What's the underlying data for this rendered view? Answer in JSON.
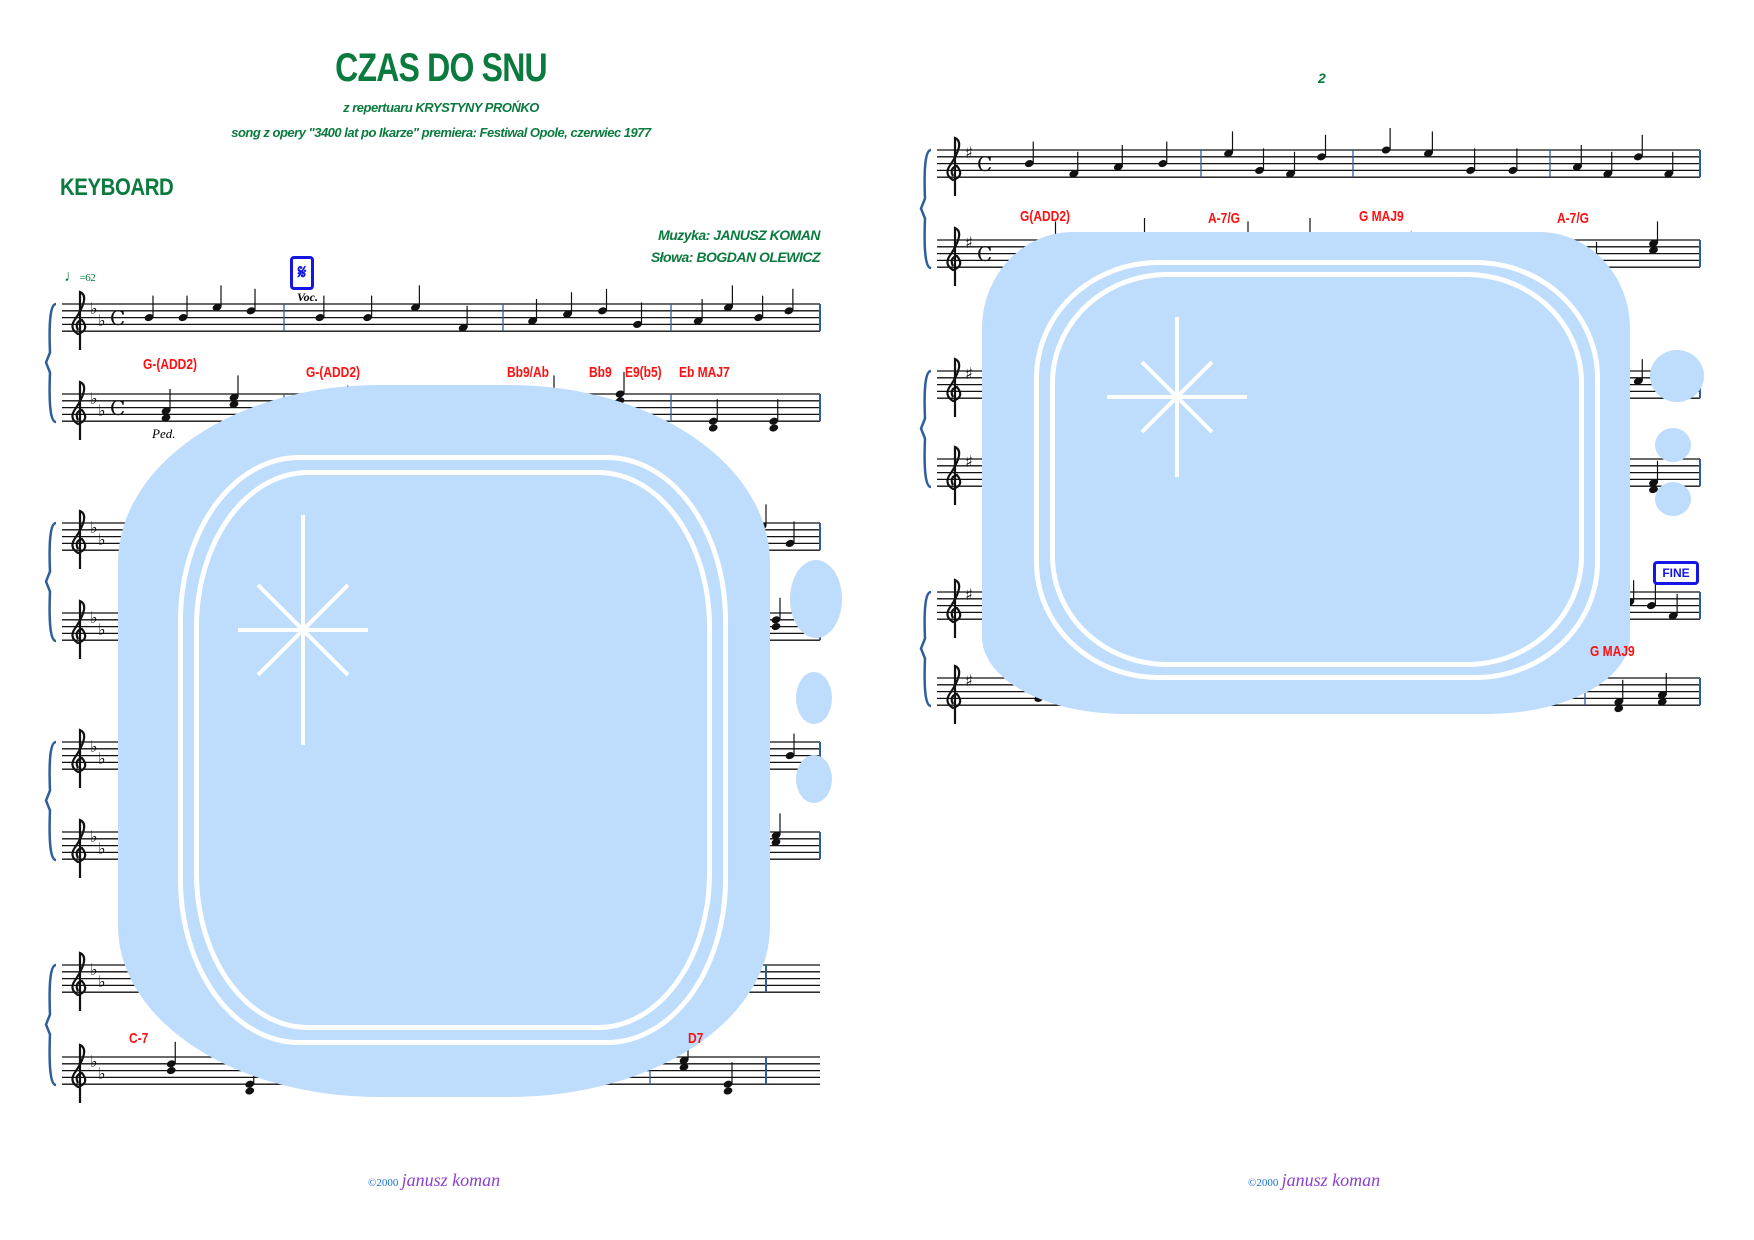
{
  "page1": {
    "title": "CZAS DO SNU",
    "subtitle": "z repertuaru KRYSTYNY PROŃKO",
    "subtitle2": "song z opery \"3400 lat po Ikarze\" premiera: Festiwal Opole, czerwiec 1977",
    "part": "KEYBOARD",
    "composer": "Muzyka: JANUSZ KOMAN",
    "lyricist": "Słowa: BOGDAN OLEWICZ",
    "tempo": "=62",
    "segno": "𝄋",
    "voice_label": "Voc.",
    "pedal": "Ped.",
    "chords_system1": [
      "G-(ADD2)",
      "G-(ADD2)",
      "Bb9/Ab",
      "Bb9",
      "E9(b5)",
      "Eb MAJ7"
    ],
    "chords_system4": [
      "C-7",
      "D7"
    ],
    "footer_copyright": "©2000",
    "footer_name": "janusz koman"
  },
  "page2": {
    "page_number": "2",
    "chords_system1": [
      "G(ADD2)",
      "A-7/G",
      "G MAJ9",
      "A-7/G"
    ],
    "chords_system3": [
      "G MAJ9"
    ],
    "fine": "FINE",
    "footer_copyright": "©2000",
    "footer_name": "janusz koman"
  },
  "colors": {
    "title": "#0b7a3e",
    "chords": "#ff1010",
    "marks": "#1515e6",
    "overlay": "#bedcfc"
  }
}
